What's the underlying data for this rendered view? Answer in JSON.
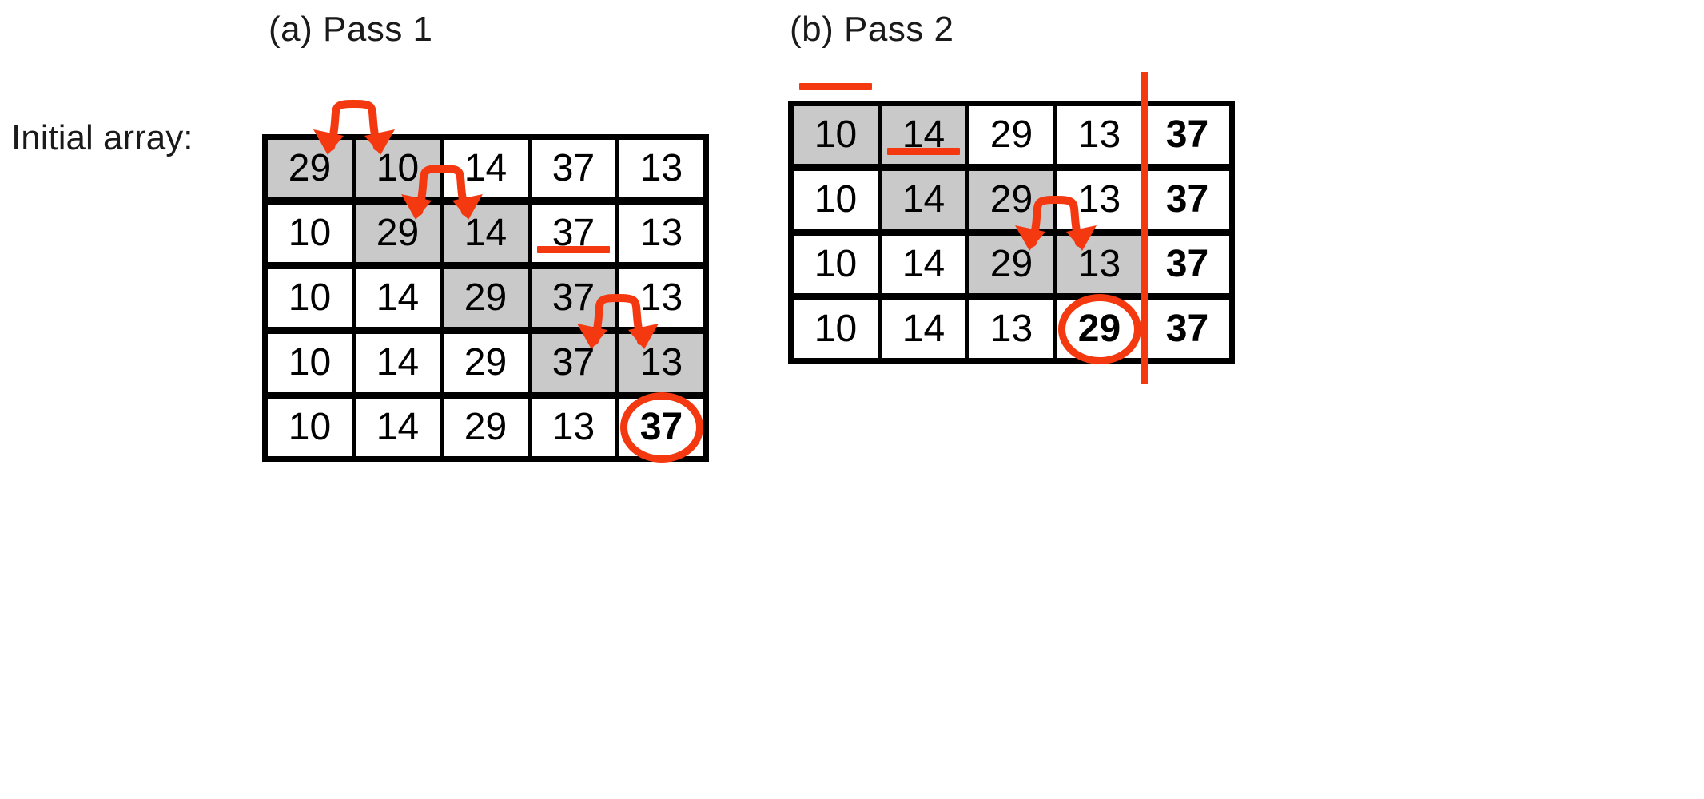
{
  "figure": {
    "title_a": "(a) Pass 1",
    "title_b": "(b) Pass 2",
    "initial_label": "Initial array:",
    "accent_color": "#f43911",
    "shade_color": "#c9c9c9",
    "border_color": "#000000"
  },
  "pass1": {
    "label": "(a) Pass 1",
    "rows": [
      {
        "values": [
          "29",
          "10",
          "14",
          "37",
          "13"
        ],
        "shaded": [
          0,
          1
        ],
        "bold": [],
        "annotation": "swap-arrow",
        "swap": [
          0,
          1
        ],
        "circled": null
      },
      {
        "values": [
          "10",
          "29",
          "14",
          "37",
          "13"
        ],
        "shaded": [
          1,
          2
        ],
        "bold": [],
        "annotation": "swap-arrow",
        "swap": [
          1,
          2
        ],
        "circled": null
      },
      {
        "values": [
          "10",
          "14",
          "29",
          "37",
          "13"
        ],
        "shaded": [
          2,
          3
        ],
        "bold": [],
        "annotation": "underline",
        "underline_cell": 3,
        "circled": null
      },
      {
        "values": [
          "10",
          "14",
          "29",
          "37",
          "13"
        ],
        "shaded": [
          3,
          4
        ],
        "bold": [],
        "annotation": "swap-arrow",
        "swap": [
          3,
          4
        ],
        "circled": null
      },
      {
        "values": [
          "10",
          "14",
          "29",
          "13",
          "37"
        ],
        "shaded": [],
        "bold": [
          4
        ],
        "annotation": "circle",
        "circled": 4
      }
    ]
  },
  "pass2": {
    "label": "(b) Pass 2",
    "divider_after_cell": 3,
    "rows": [
      {
        "values": [
          "10",
          "14",
          "29",
          "13",
          "37"
        ],
        "shaded": [
          0,
          1
        ],
        "bold": [
          4
        ],
        "annotation": "underline",
        "underline_cell": 0,
        "circled": null
      },
      {
        "values": [
          "10",
          "14",
          "29",
          "13",
          "37"
        ],
        "shaded": [
          1,
          2
        ],
        "bold": [
          4
        ],
        "annotation": "underline",
        "underline_cell": 1,
        "circled": null
      },
      {
        "values": [
          "10",
          "14",
          "29",
          "13",
          "37"
        ],
        "shaded": [
          2,
          3
        ],
        "bold": [
          4
        ],
        "annotation": "swap-arrow",
        "swap": [
          2,
          3
        ],
        "circled": null
      },
      {
        "values": [
          "10",
          "14",
          "13",
          "29",
          "37"
        ],
        "shaded": [],
        "bold": [
          3,
          4
        ],
        "annotation": "circle",
        "circled": 3
      }
    ]
  }
}
